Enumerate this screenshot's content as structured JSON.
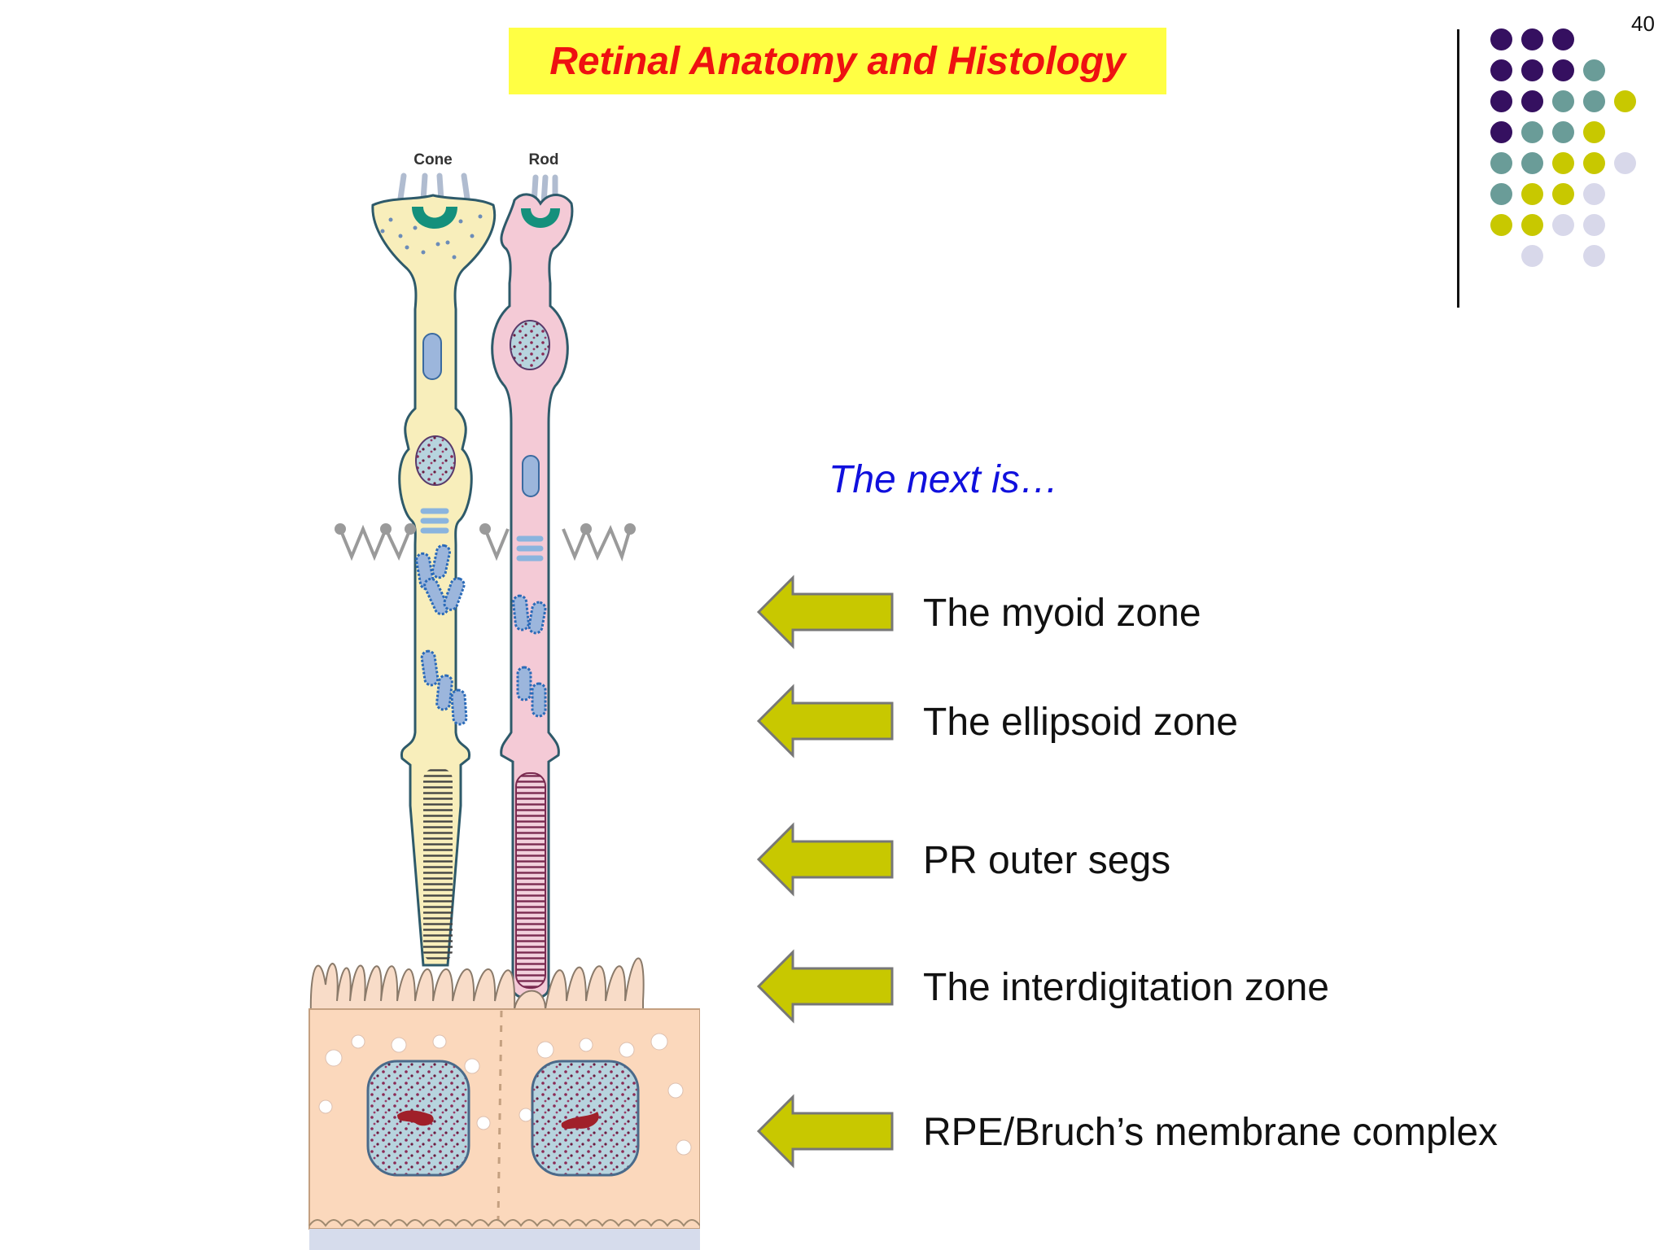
{
  "slide": {
    "title": "Retinal Anatomy and Histology",
    "page_number": "40",
    "prompt": "The next is…"
  },
  "figure": {
    "cone_label": "Cone",
    "rod_label": "Rod"
  },
  "answers": [
    {
      "label": "The myoid zone"
    },
    {
      "label": "The ellipsoid zone"
    },
    {
      "label": "PR outer segs"
    },
    {
      "label": "The interdigitation zone"
    },
    {
      "label": "RPE/Bruch’s membrane complex"
    }
  ],
  "colors": {
    "title_bg": "#ffff44",
    "title_text": "#ee1111",
    "prompt_text": "#1010dd",
    "arrow_fill": "#c8c800",
    "purple": "#351060",
    "teal": "#6a9c98",
    "olive": "#c8c800",
    "lavender": "#d8d8ea"
  }
}
